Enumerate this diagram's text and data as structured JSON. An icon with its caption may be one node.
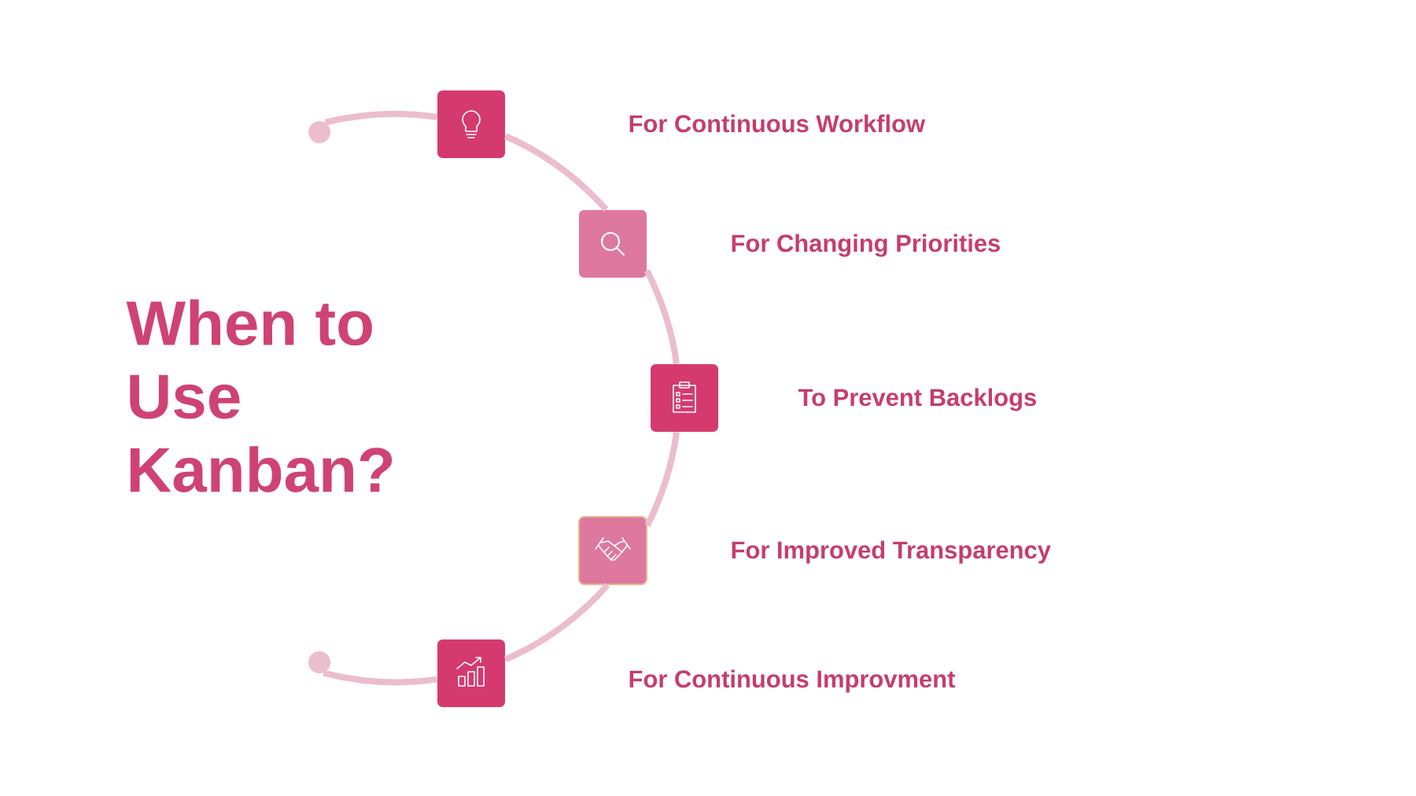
{
  "diagram": {
    "title": "When to Use Kanban?",
    "nodes": [
      {
        "text": [],
        "shape": "circle"
      },
      {
        "text": [],
        "shape": "box"
      },
      {
        "text": [],
        "shape": "box"
      },
      {
        "text": [],
        "shape": "box"
      },
      {
        "text": [],
        "shape": "box"
      },
      {
        "text": [],
        "shape": "box"
      },
      {
        "text": [],
        "shape": "circle"
      }
    ],
    "edges": [
      {
        "from": 0,
        "to": 1,
        "arrow": "none"
      },
      {
        "from": 1,
        "to": 2,
        "arrow": "none"
      },
      {
        "from": 2,
        "to": 3,
        "arrow": "none"
      },
      {
        "from": 3,
        "to": 4,
        "arrow": "none"
      },
      {
        "from": 4,
        "to": 5,
        "arrow": "none"
      },
      {
        "from": 5,
        "to": 6,
        "arrow": "none"
      }
    ],
    "labels": [
      "For Continuous Workflow",
      "For Changing Priorities",
      "To Prevent Backlogs",
      "For Improved Transparency",
      "For Continuous Improvment"
    ]
  }
}
